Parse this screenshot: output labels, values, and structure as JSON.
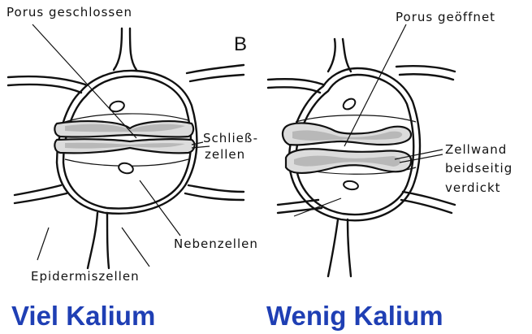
{
  "panel_letter": "B",
  "labels": {
    "porus_geschlossen": "Porus geschlossen",
    "porus_geoeffnet": "Porus geöffnet",
    "schliesszellen_line1": "Schließ-",
    "schliesszellen_line2": "zellen",
    "zellwand_line1": "Zellwand",
    "zellwand_line2": "beidseitig",
    "zellwand_line3": "verdickt",
    "nebenzellen": "Nebenzellen",
    "epidermiszellen": "Epidermiszellen"
  },
  "captions": {
    "left": "Viel Kalium",
    "right": "Wenig Kalium"
  },
  "colors": {
    "caption": "#1f3fb4",
    "ink": "#111111"
  }
}
